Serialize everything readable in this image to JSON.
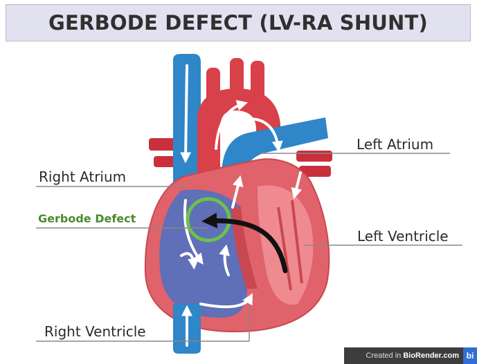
{
  "title": "GERBODE DEFECT (LV-RA SHUNT)",
  "labels": {
    "left_atrium": "Left Atrium",
    "right_atrium": "Right Atrium",
    "gerbode_defect": "Gerbode Defect",
    "left_ventricle": "Left Ventricle",
    "right_ventricle": "Right Ventricle"
  },
  "credit": {
    "prefix": "Created in ",
    "brand": "BioRender.com",
    "badge": "bi"
  },
  "colors": {
    "banner": "#e1e1f0",
    "vein_blue": "#2f86c8",
    "artery_red": "#d8404a",
    "muscle_red": "#e0626a",
    "right_chamber": "#5f6fb8",
    "defect_ring": "#6cc24a",
    "shunt_arrow": "#111111",
    "label_line": "#888888"
  }
}
